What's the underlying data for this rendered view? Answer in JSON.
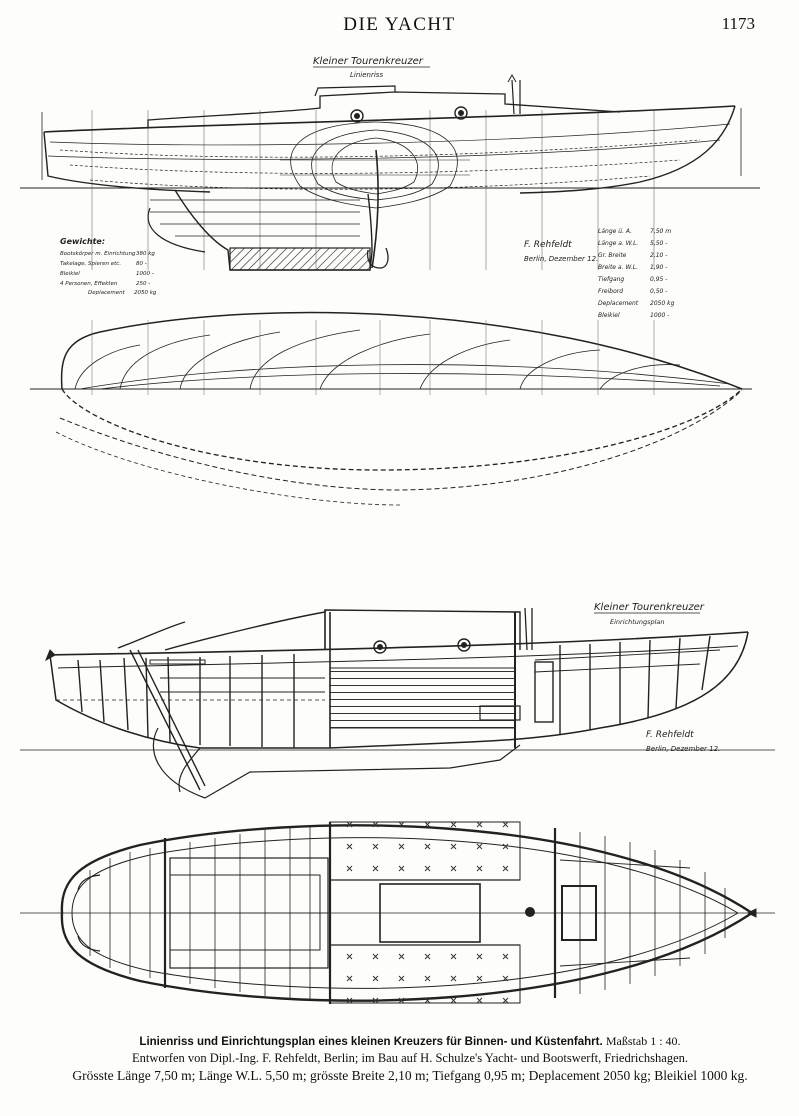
{
  "header": {
    "title": "DIE YACHT",
    "page_number": "1173"
  },
  "lines_plan": {
    "title": "Kleiner Tourenkreuzer",
    "subtitle": "Linienriss",
    "weights": {
      "heading": "Gewichte:",
      "rows": [
        {
          "label": "Bootskörper m. Einrichtung",
          "value": "380 kg"
        },
        {
          "label": "Takelage, Spieren etc.",
          "value": "80 -"
        },
        {
          "label": "Bleikiel",
          "value": "1000 -"
        },
        {
          "label": "4 Personen, Effekten",
          "value": "250 -"
        },
        {
          "label": "Deplacement",
          "value": "2050 kg"
        }
      ]
    },
    "signature": [
      "F. Rehfeldt",
      "Berlin, Dezember 12."
    ],
    "dimensions": [
      {
        "label": "Länge ü. A.",
        "value": "7,50 m"
      },
      {
        "label": "Länge a. W.L.",
        "value": "5,50 -"
      },
      {
        "label": "Gr. Breite",
        "value": "2,10 -"
      },
      {
        "label": "Breite a. W.L.",
        "value": "1,90 -"
      },
      {
        "label": "Tiefgang",
        "value": "0,95 -"
      },
      {
        "label": "Freibord",
        "value": "0,50 -"
      },
      {
        "label": "Deplacement",
        "value": "2050 kg"
      },
      {
        "label": "Bleikiel",
        "value": "1000 -"
      }
    ]
  },
  "arrangement_plan": {
    "title": "Kleiner Tourenkreuzer",
    "subtitle": "Einrichtungsplan",
    "signature": [
      "F. Rehfeldt",
      "Berlin, Dezember 12."
    ]
  },
  "caption": {
    "line1": "Linienriss und Einrichtungsplan eines kleinen Kreuzers für Binnen- und Küstenfahrt.",
    "scale": "Maßstab 1 : 40.",
    "line2": "Entworfen von Dipl.-Ing. F. Rehfeldt, Berlin; im Bau auf H. Schulze's Yacht- und Bootswerft, Friedrichshagen.",
    "line3": "Grösste Länge 7,50 m; Länge W.L. 5,50 m; grösste Breite 2,10 m; Tiefgang 0,95 m; Deplacement 2050 kg; Bleikiel 1000 kg."
  }
}
